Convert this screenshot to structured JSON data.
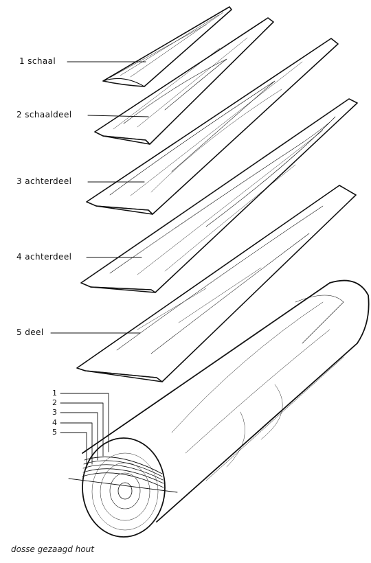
{
  "labels": [
    {
      "id": "1",
      "text": "1 schaal"
    },
    {
      "id": "2",
      "text": "2 schaaldeel"
    },
    {
      "id": "3",
      "text": "3 achterdeel"
    },
    {
      "id": "4",
      "text": "4 achterdeel"
    },
    {
      "id": "5",
      "text": "5 deel"
    }
  ],
  "end_numbers": [
    "1",
    "2",
    "3",
    "4",
    "5"
  ],
  "caption": "dosse gezaagd hout"
}
